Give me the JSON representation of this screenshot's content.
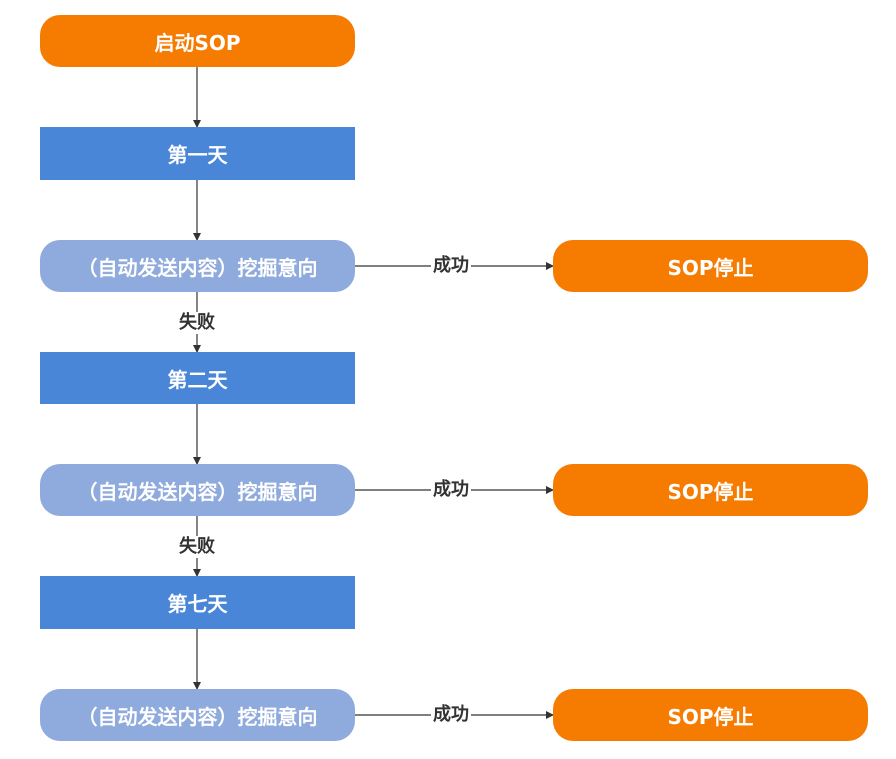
{
  "start": {
    "label": "启动SOP"
  },
  "days": [
    {
      "label": "第一天"
    },
    {
      "label": "第二天"
    },
    {
      "label": "第七天"
    }
  ],
  "tasks": [
    {
      "label": "（自动发送内容）挖掘意向",
      "success_label": "成功",
      "stop_label": "SOP停止",
      "fail_label": "失败"
    },
    {
      "label": "（自动发送内容）挖掘意向",
      "success_label": "成功",
      "stop_label": "SOP停止",
      "fail_label": "失败"
    },
    {
      "label": "（自动发送内容）挖掘意向",
      "success_label": "成功",
      "stop_label": "SOP停止"
    }
  ],
  "colors": {
    "start": "#f57c00",
    "day": "#4a86d8",
    "task": "#8faadc",
    "stop": "#f57c00",
    "edge": "#333333"
  }
}
